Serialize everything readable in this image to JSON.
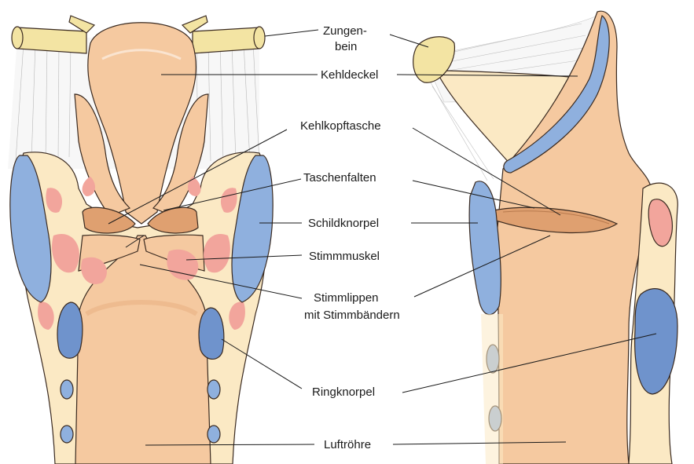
{
  "labels": {
    "zungenbein_1": "Zungen-",
    "zungenbein_2": "bein",
    "kehldeckel": "Kehldeckel",
    "kehlkopftasche": "Kehlkopftasche",
    "taschenfalten": "Taschenfalten",
    "schildknorpel": "Schildknorpel",
    "stimmmuskel": "Stimmmuskel",
    "stimmlippen_1": "Stimmlippen",
    "stimmlippen_2": "mit Stimmbändern",
    "ringknorpel": "Ringknorpel",
    "luftroehre": "Luftröhre"
  },
  "colors": {
    "mucosa": "#f5c9a0",
    "mucosa_dark": "#e8ad7e",
    "tissue": "#fbe9c4",
    "cartilage_blue": "#8fb0de",
    "cartilage_blue_dark": "#6f93cc",
    "muscle": "#f2a59c",
    "bone": "#f3e4a3",
    "ligament": "#e8e8e8"
  }
}
